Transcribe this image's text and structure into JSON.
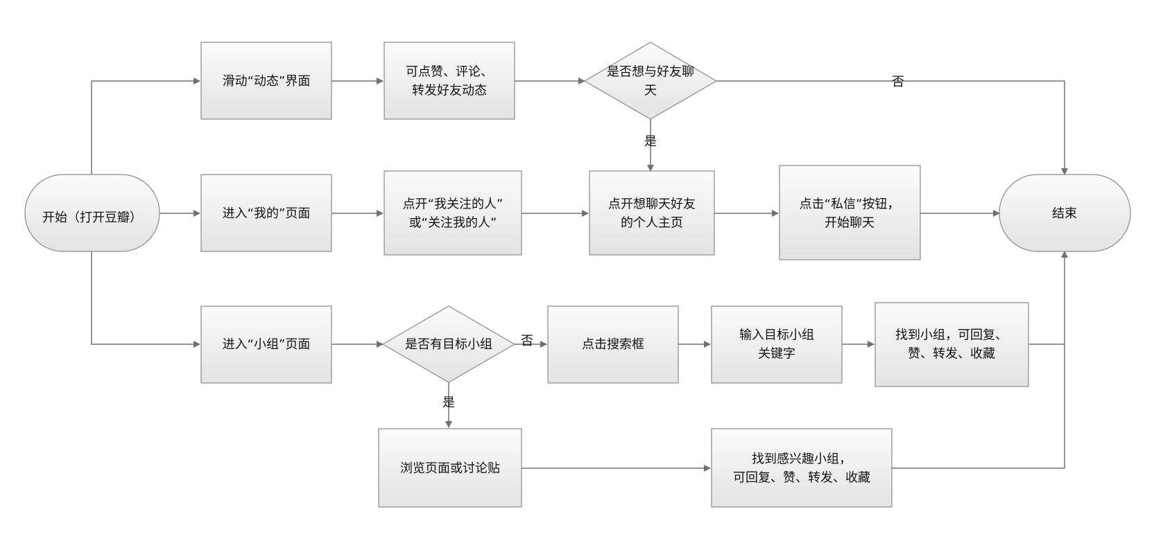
{
  "colors": {
    "box_fill_top": "#fbfbfb",
    "box_fill_bottom": "#e3e3e3",
    "box_stroke": "#8a8a8a",
    "line": "#707070",
    "text": "#111111"
  },
  "nodes": {
    "start": {
      "lines": [
        "开始（打开豆瓣）"
      ]
    },
    "end": {
      "lines": [
        "结束"
      ]
    },
    "slide_feed": {
      "lines": [
        "滑动“动态”界面"
      ]
    },
    "like_comment": {
      "lines": [
        "可点赞、评论、",
        "转发好友动态"
      ]
    },
    "want_chat": {
      "lines": [
        "是否想与好友聊",
        "天"
      ]
    },
    "enter_mine": {
      "lines": [
        "进入“我的”页面"
      ]
    },
    "open_follow": {
      "lines": [
        "点开“我关注的人”",
        "或“关注我的人”"
      ]
    },
    "open_profile": {
      "lines": [
        "点开想聊天好友",
        "的个人主页"
      ]
    },
    "click_dm": {
      "lines": [
        "点击“私信”按钮，",
        "开始聊天"
      ]
    },
    "enter_group": {
      "lines": [
        "进入“小组”页面"
      ]
    },
    "has_target": {
      "lines": [
        "是否有目标小组"
      ]
    },
    "click_search": {
      "lines": [
        "点击搜索框"
      ]
    },
    "input_keyword": {
      "lines": [
        "输入目标小组",
        "关键字"
      ]
    },
    "found_group": {
      "lines": [
        "找到小组，可回复、",
        "赞、转发、收藏"
      ]
    },
    "browse": {
      "lines": [
        "浏览页面或讨论贴"
      ]
    },
    "found_interest": {
      "lines": [
        "找到感兴趣小组，",
        "可回复、赞、转发、收藏"
      ]
    }
  },
  "edge_labels": {
    "want_chat_no": "否",
    "want_chat_yes": "是",
    "has_target_no": "否",
    "has_target_yes": "是"
  }
}
